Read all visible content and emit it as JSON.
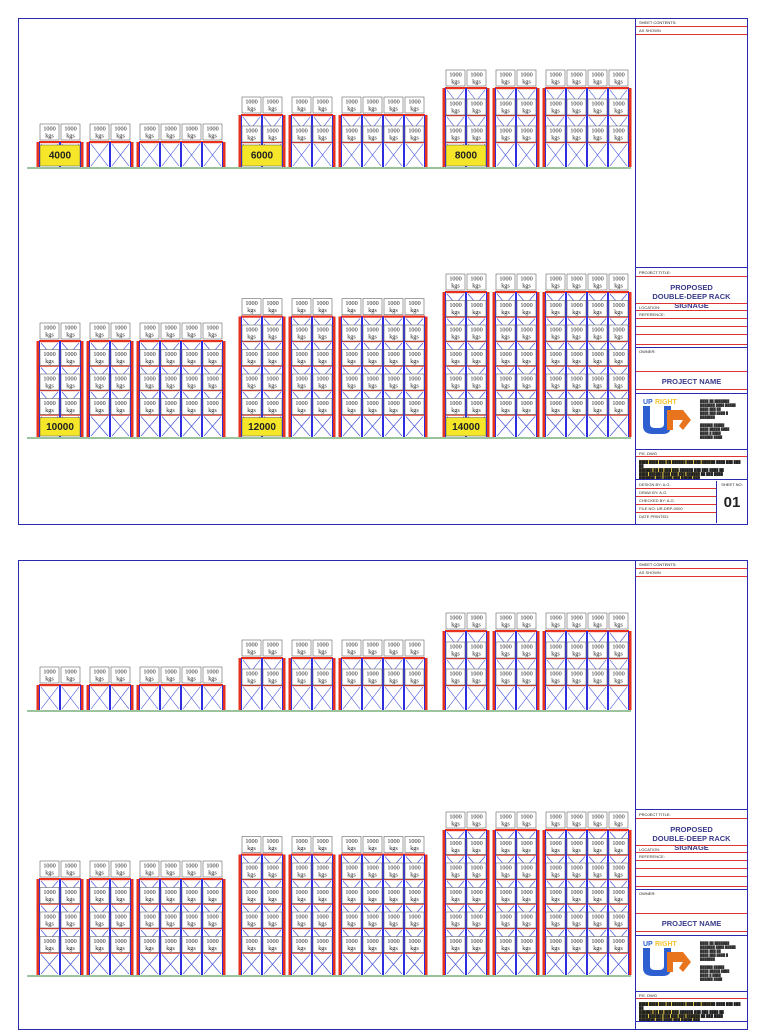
{
  "title_block": {
    "sheet_contents_label": "SHEET CONTENTS:",
    "sheet_contents_value": "AS SHOWN",
    "project_title_label": "PROJECT TITLE:",
    "project_title_line1": "PROPOSED",
    "project_title_line2": "DOUBLE-DEEP RACK SIGNAGE",
    "location_label": "LOCATION:",
    "reference_label": "REFERENCE:",
    "owner_label": "OWNER:",
    "project_name": "PROJECT NAME",
    "logo_text_up": "UP",
    "logo_text_right": "RIGHT",
    "pe_label": "P.E. DWG",
    "design_by": "DESIGN BY: A.G.",
    "draw_by": "DRAW BY: A.G.",
    "checked_by": "CHECKED BY: A.G.",
    "file_no": "FILE NO: UR-DRP-0000",
    "date_printed": "DATE PRINTED:",
    "sheet_no_label": "SHEET NO:",
    "sheet_no": "01"
  },
  "load_label": {
    "value": "1000",
    "unit": "kgs"
  },
  "signs": {
    "row1": [
      "4000",
      "6000",
      "8000"
    ],
    "row2": [
      "10000",
      "12000",
      "14000"
    ]
  },
  "colors": {
    "frame_blue": "#2e2ee0",
    "beam_red": "#e8321e",
    "brace_blue": "#3a4ad8",
    "sign_yellow": "#f5e62a",
    "ground_green": "#3a8a3a",
    "border_blue": "#2b2bb0"
  }
}
